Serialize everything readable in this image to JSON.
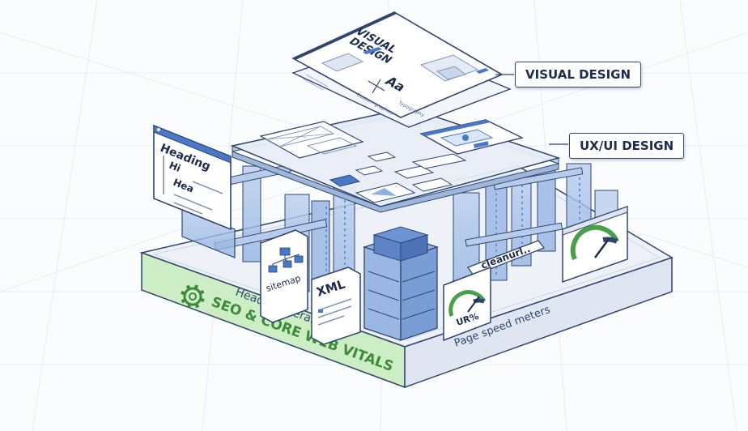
{
  "labels": {
    "visual_design": "VISUAL DESIGN",
    "ux_ui_design": "UX/UI DESIGN",
    "seo_core": "SEO & CORE WEB VITALS",
    "heading_hierarchy": "Heading hierarchy",
    "page_speed": "Page speed meters"
  },
  "mockup": {
    "title_line1": "VISUAL",
    "title_line2": "DESIGN",
    "typography_glyph": "Aa",
    "typography_label": "Typography",
    "graphics_label": "Custom graphics"
  },
  "heading_panel": {
    "h1": "Heading",
    "h2": "Hi",
    "h3": "Hea"
  },
  "docs": {
    "sitemap": "sitemap",
    "xml": "XML"
  },
  "url_tag": "cleanurl..",
  "gauge_label": "UR%",
  "colors": {
    "accent_blue": "#4a78c9",
    "outline_navy": "#2f4670",
    "seo_green": "#cdeec4",
    "seo_green_text": "#3d8a3a"
  }
}
